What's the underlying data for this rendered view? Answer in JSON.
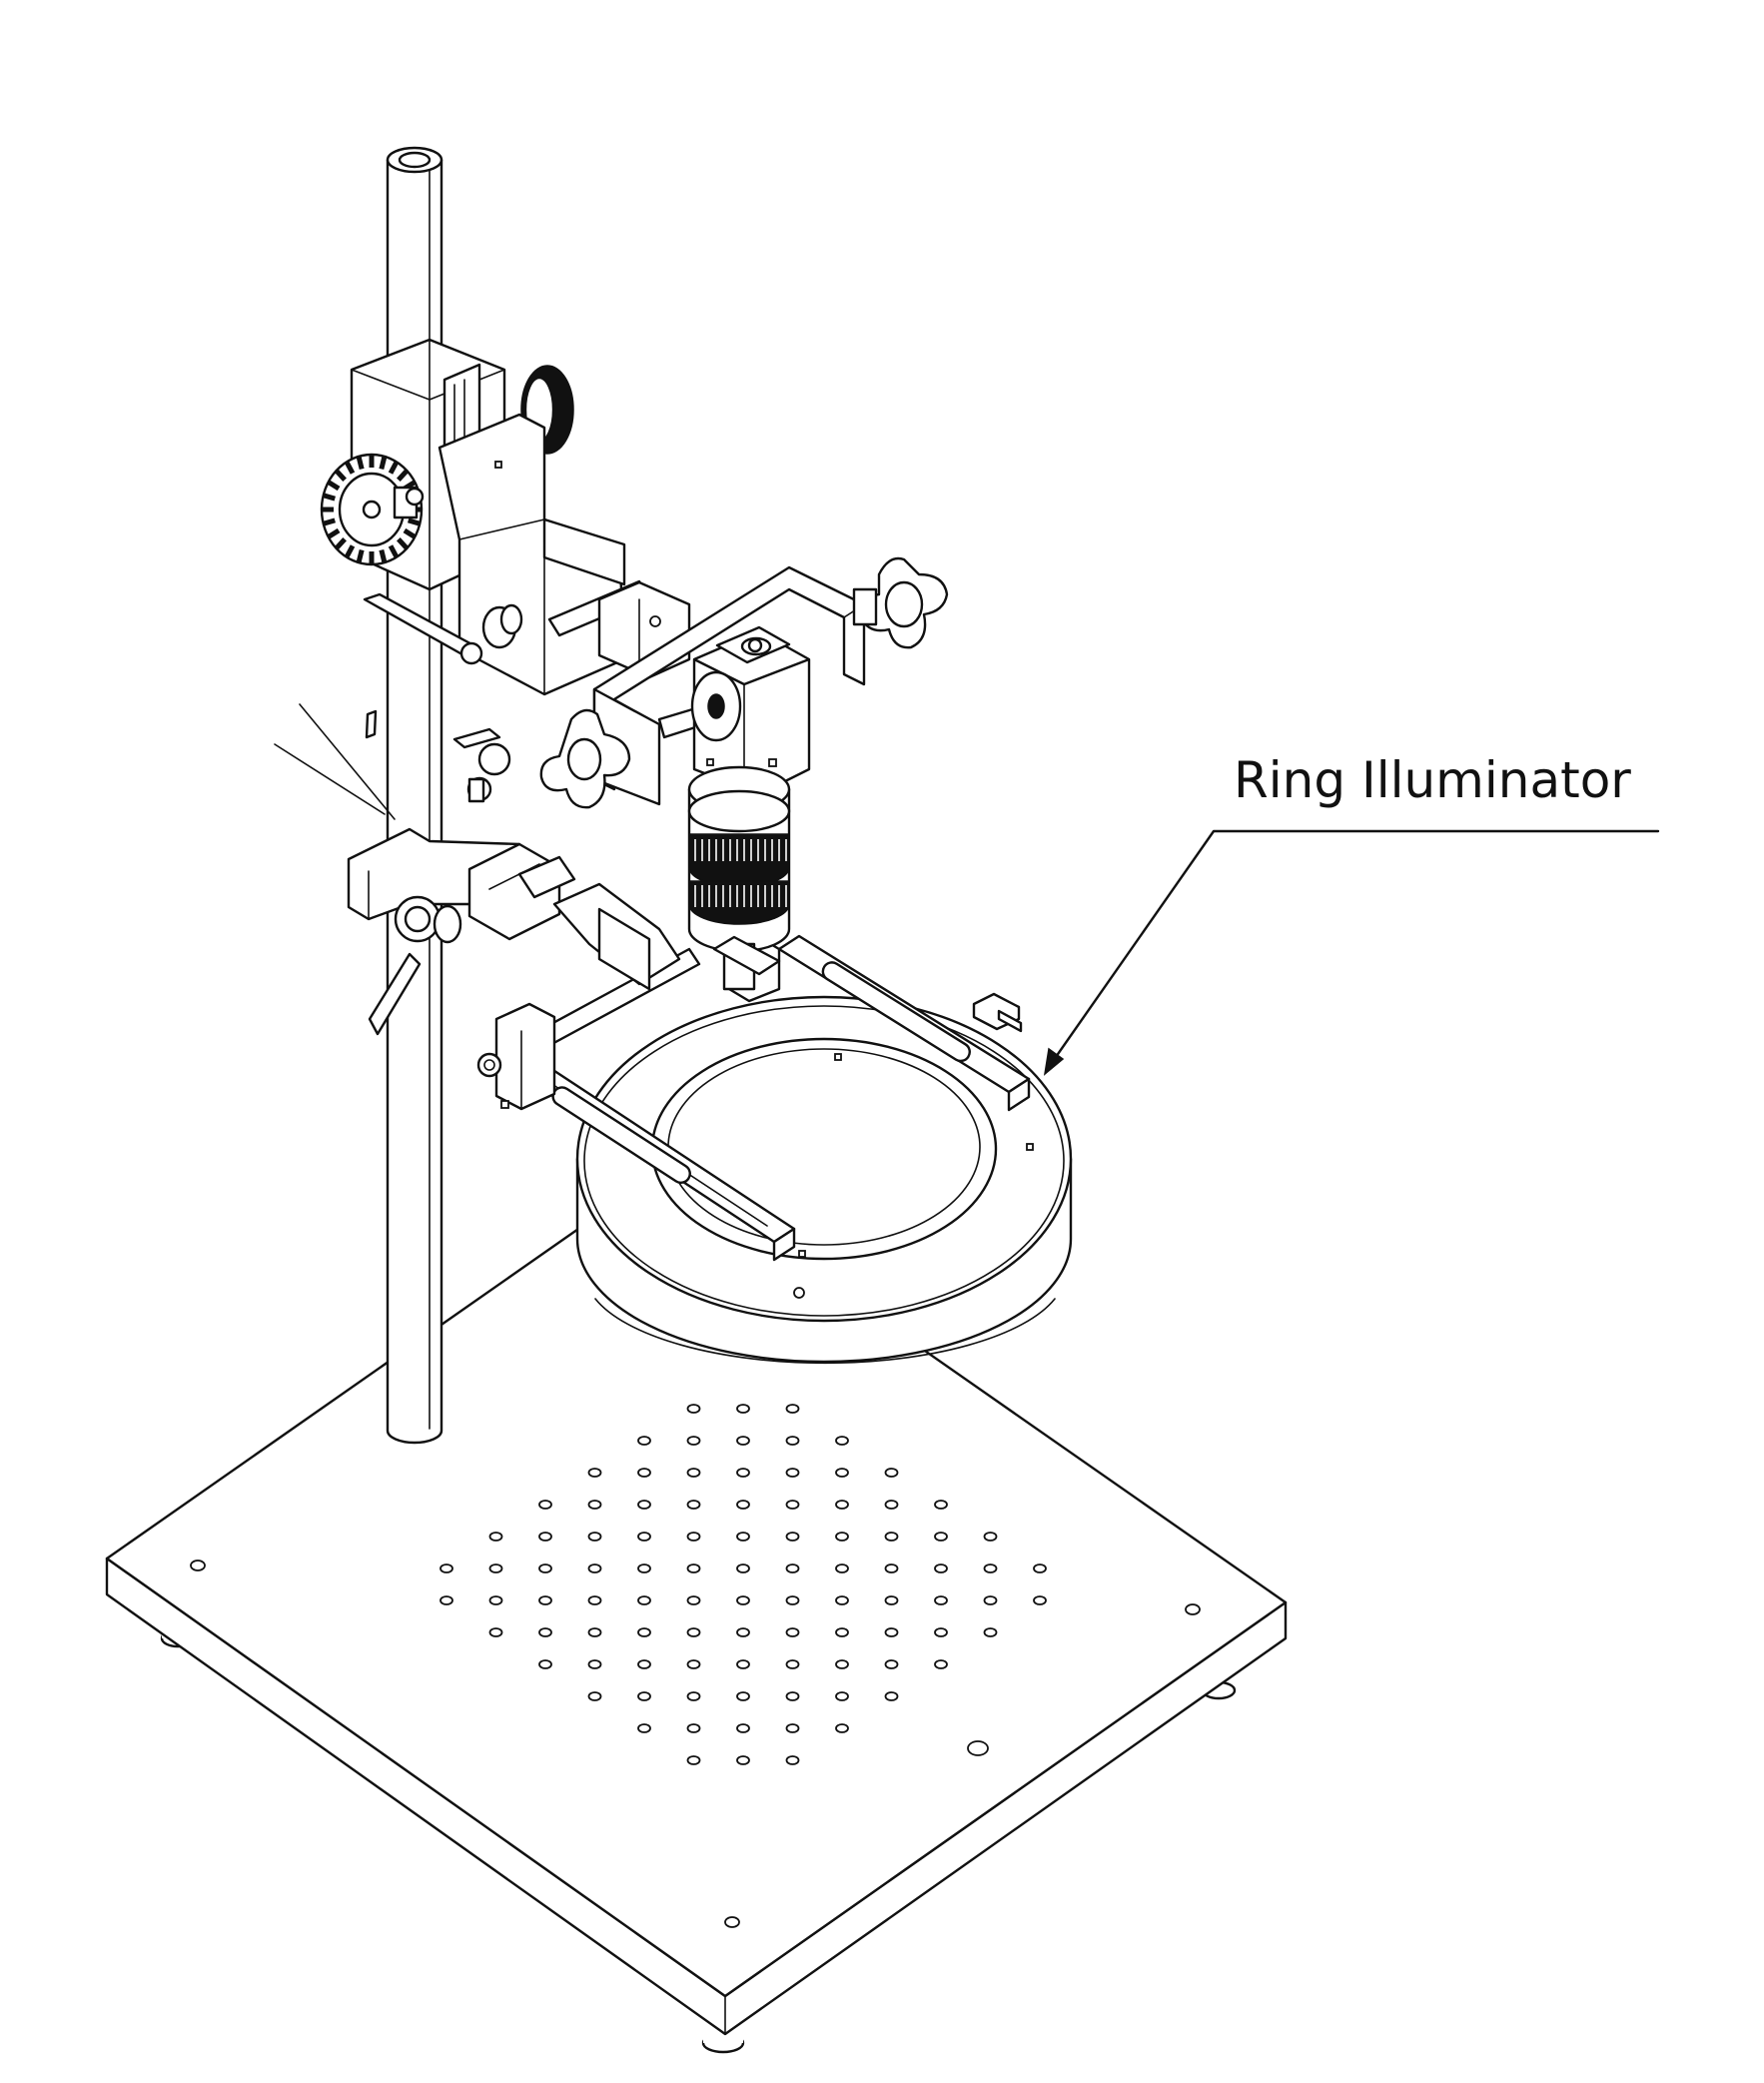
{
  "diagram": {
    "labels": [
      {
        "id": "ring-illuminator",
        "text": "Ring Illuminator"
      }
    ]
  },
  "colors": {
    "line": "#111111",
    "background": "#ffffff"
  },
  "base_plate": {
    "hole_rows": [
      3,
      5,
      7,
      9,
      11,
      13,
      13,
      11,
      9,
      7,
      5,
      3
    ]
  }
}
